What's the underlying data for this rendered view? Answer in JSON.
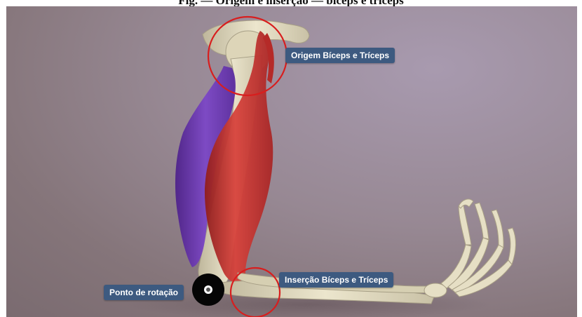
{
  "title": "Fig. — Origem e inserção — bíceps e tríceps",
  "labels": {
    "origin": "Origem Bíceps e Tríceps",
    "insertion": "Inserção Bíceps e Tríceps",
    "pivot": "Ponto de rotação"
  },
  "colors": {
    "background": "#8f7f88",
    "bone": "#e4ddc2",
    "biceps": "#c7302e",
    "triceps": "#6a34b0",
    "highlight_circle": "#d81e1e",
    "label_bg": "#3d5a80"
  }
}
